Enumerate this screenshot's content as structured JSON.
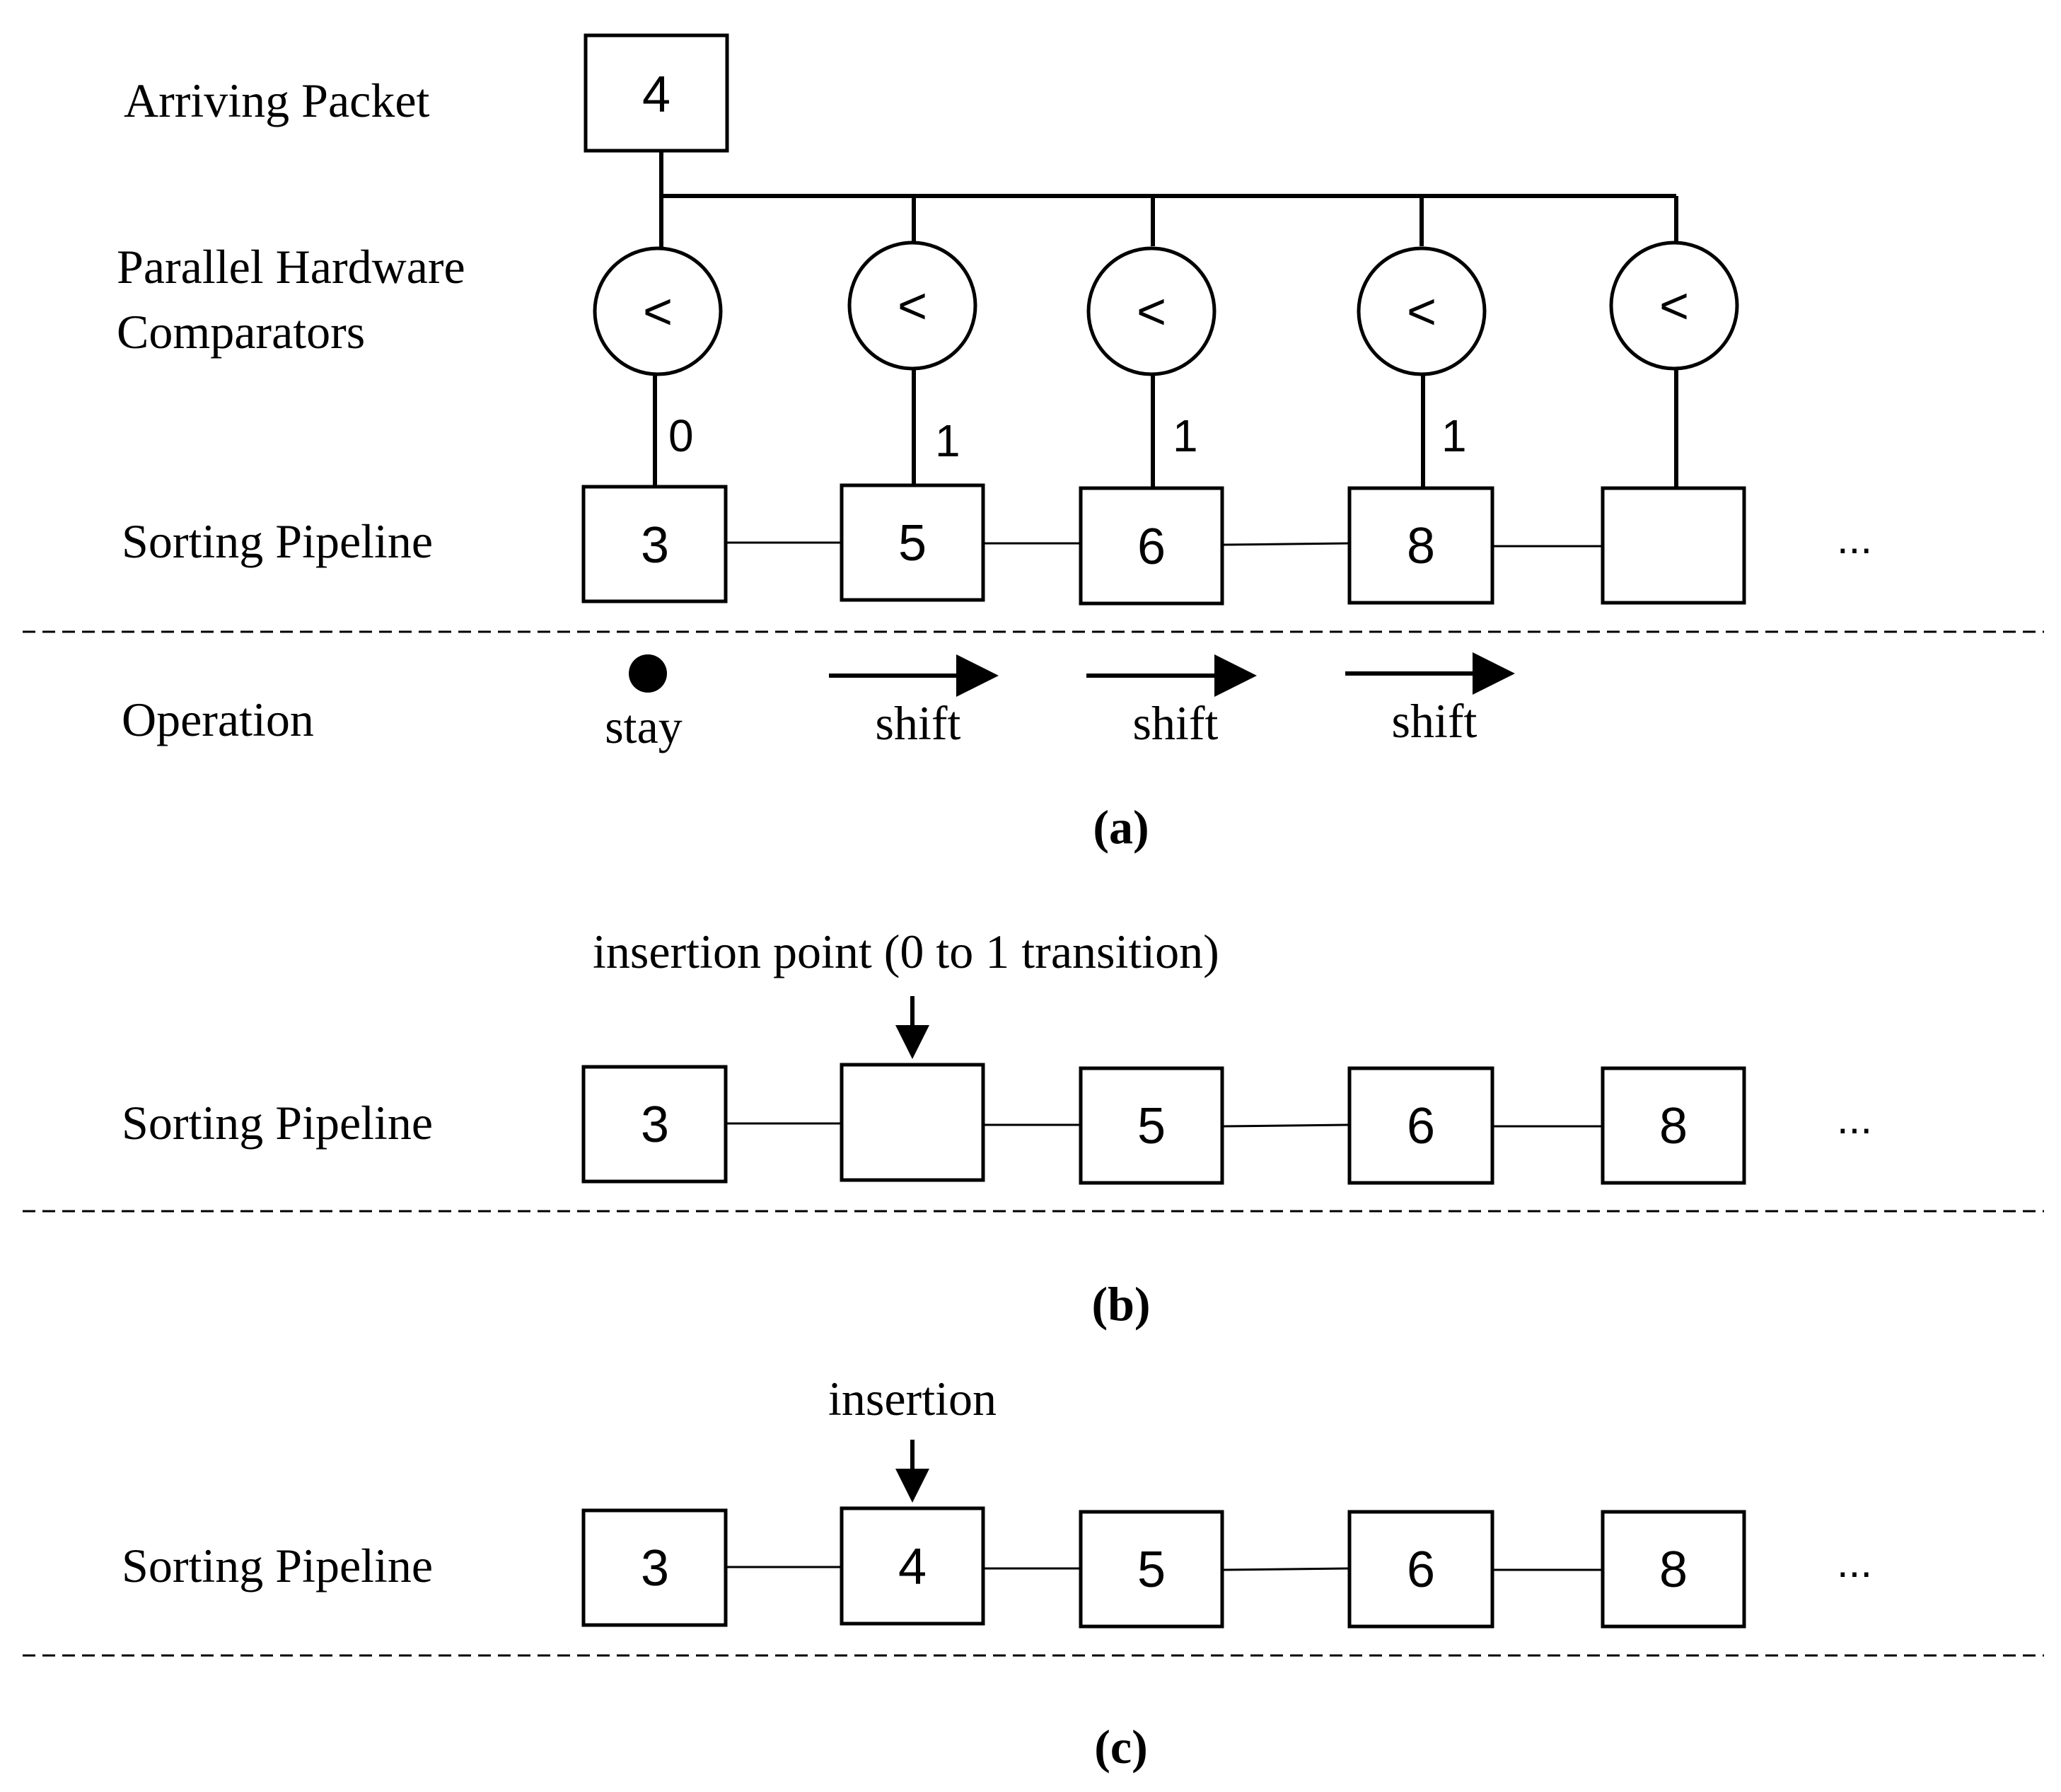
{
  "panel_a": {
    "arriving_label": "Arriving Packet",
    "arriving_value": "4",
    "comparators_label_line1": "Parallel Hardware",
    "comparators_label_line2": "Comparators",
    "comparator_symbol": "<",
    "bits": [
      "0",
      "1",
      "1",
      "1"
    ],
    "pipeline_label": "Sorting Pipeline",
    "pipeline": [
      "3",
      "5",
      "6",
      "8",
      ""
    ],
    "ellipsis": "...",
    "operation_label": "Operation",
    "operations": [
      "stay",
      "shift",
      "shift",
      "shift"
    ],
    "caption": "(a)"
  },
  "panel_b": {
    "note": "insertion point (0 to 1 transition)",
    "pipeline_label": "Sorting Pipeline",
    "pipeline": [
      "3",
      "",
      "5",
      "6",
      "8"
    ],
    "ellipsis": "...",
    "caption": "(b)"
  },
  "panel_c": {
    "note": "insertion",
    "pipeline_label": "Sorting Pipeline",
    "pipeline": [
      "3",
      "4",
      "5",
      "6",
      "8"
    ],
    "ellipsis": "...",
    "caption": "(c)"
  }
}
